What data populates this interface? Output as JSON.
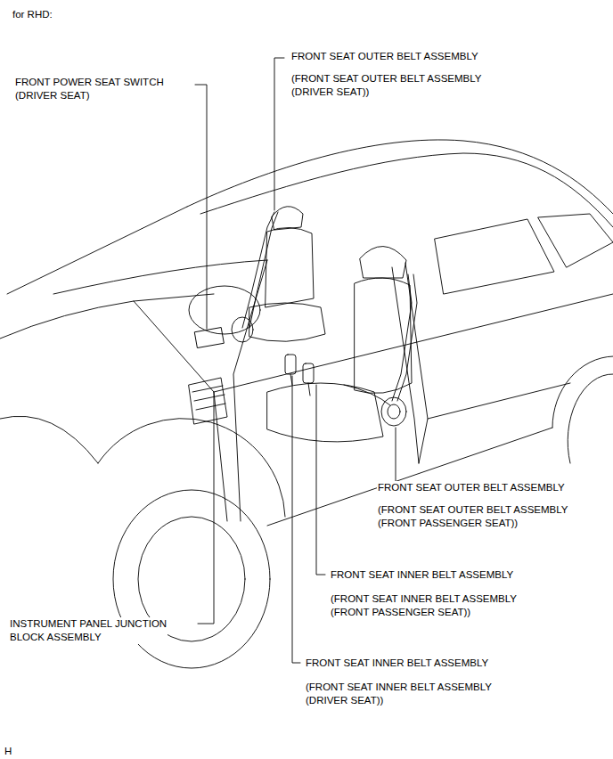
{
  "diagram": {
    "title": "for RHD:",
    "labels": [
      "FRONT SEAT OUTER BELT ASSEMBLY",
      "(FRONT SEAT OUTER BELT ASSEMBLY (DRIVER SEAT))",
      "FRONT POWER SEAT SWITCH (DRIVER SEAT)",
      "FRONT SEAT OUTER BELT ASSEMBLY",
      "(FRONT SEAT OUTER BELT ASSEMBLY (FRONT PASSENGER SEAT))",
      "FRONT SEAT INNER BELT ASSEMBLY",
      "(FRONT SEAT INNER BELT ASSEMBLY (FRONT PASSENGER SEAT))",
      "INSTRUMENT PANEL JUNCTION BLOCK ASSEMBLY",
      "FRONT SEAT INNER BELT ASSEMBLY",
      "(FRONT SEAT INNER BELT ASSEMBLY (DRIVER SEAT))",
      "H"
    ]
  }
}
